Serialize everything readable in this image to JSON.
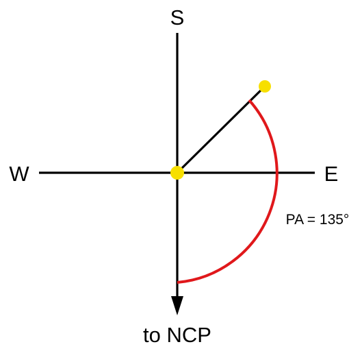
{
  "labels": {
    "south": "S",
    "west": "W",
    "east": "E",
    "ncp": "to NCP",
    "pa": "PA = 135°"
  },
  "colors": {
    "axes": "#000000",
    "arc": "#e0181b",
    "star": "#f7df00",
    "background": "#ffffff"
  },
  "position_angle_deg": 135,
  "icons": {
    "arrowhead": "arrowhead-down-icon",
    "star": "circle-dot-icon"
  }
}
